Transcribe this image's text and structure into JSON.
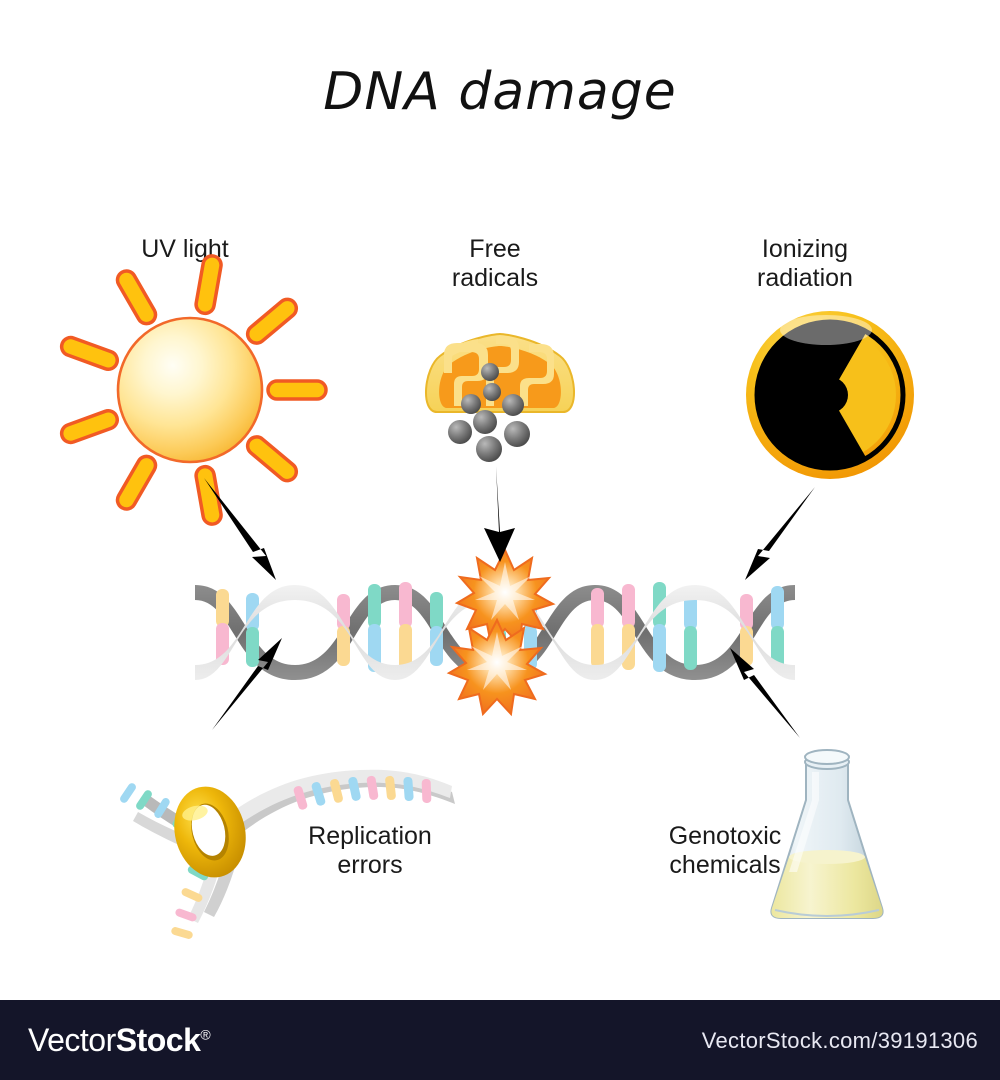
{
  "title": "DNA damage",
  "labels": {
    "uv_light": "UV light",
    "free_radicals": "Free\nradicals",
    "ionizing_radiation": "Ionizing\nradiation",
    "replication_errors": "Replication\nerrors",
    "genotoxic_chemicals": "Genotoxic\nchemicals"
  },
  "icons": {
    "sun": "sun-icon",
    "mitochondrion": "mitochondrion-icon",
    "radiation": "radiation-hazard-icon",
    "dna_helix": "dna-double-helix-icon",
    "replication_fork": "dna-replication-fork-icon",
    "flask": "erlenmeyer-flask-icon",
    "damage_burst": "damage-starburst-icon",
    "arrow": "arrow-icon"
  },
  "colors": {
    "background": "#ffffff",
    "title_text": "#111111",
    "label_text": "#1a1a1a",
    "sun_core_light": "#fffdf0",
    "sun_core_mid": "#ffe9a0",
    "sun_edge": "#f9c33c",
    "sun_outline": "#f26a21",
    "sun_ray_fill": "#ffc20e",
    "sun_ray_outline": "#f15a24",
    "mito_outer": "#f9d563",
    "mito_inner": "#f7941e",
    "radical_sphere": "#6e6e6e",
    "radiation_gold": "#f5b511",
    "radiation_black": "#000000",
    "dna_ribbon_light": "#e8e8e8",
    "dna_ribbon_dark": "#808080",
    "base_pink": "#f8b8d0",
    "base_yellow": "#fbd992",
    "base_blue": "#9fd8f2",
    "base_teal": "#7fd9c6",
    "burst_orange": "#f7931e",
    "burst_orange_dark": "#f05a22",
    "helicase_gold": "#e8b400",
    "flask_glass": "#cfe0e8",
    "flask_liquid": "#f2efc0",
    "arrow_black": "#000000",
    "footer_bg": "#141529",
    "footer_text": "#ffffff"
  },
  "watermark": {
    "logo_light": "Vector",
    "logo_bold": "Stock",
    "registered": "®",
    "url": "VectorStock.com/39191306"
  }
}
